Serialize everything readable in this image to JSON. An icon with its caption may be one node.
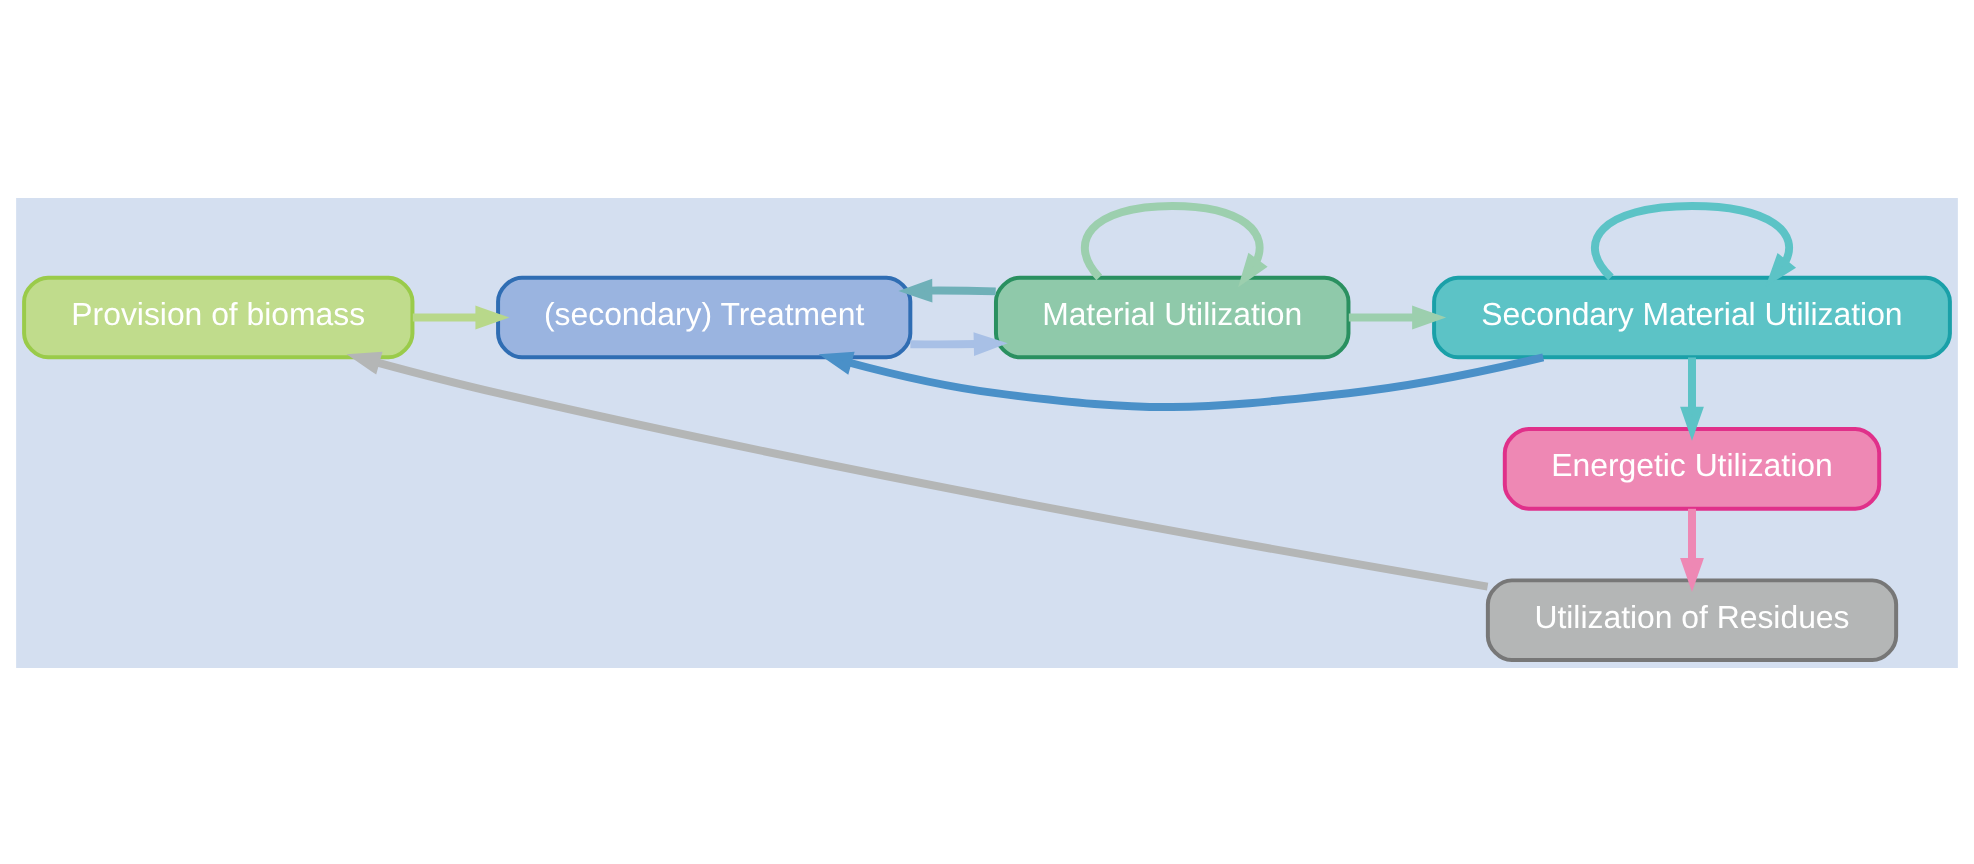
{
  "diagram": {
    "nodes": [
      {
        "text": [
          "Provision of biomass"
        ]
      },
      {
        "text": [
          "(secondary) Treatment"
        ]
      },
      {
        "text": [
          "Material Utilization"
        ]
      },
      {
        "text": [
          "Secondary Material Utilization"
        ]
      },
      {
        "text": [
          "Energetic Utilization"
        ]
      },
      {
        "text": [
          "Utilization of Residues"
        ]
      }
    ],
    "edges": [
      {
        "from": 0,
        "to": 1,
        "arrow": "to",
        "color": "#b8d88a"
      },
      {
        "from": 1,
        "to": 2,
        "arrow": "to",
        "color": "#a8c0e6"
      },
      {
        "from": 2,
        "to": 3,
        "arrow": "to",
        "color": "#9ccfae"
      },
      {
        "from": 2,
        "to": 2,
        "arrow": "to",
        "color": "#9ccfae"
      },
      {
        "from": 2,
        "to": 1,
        "arrow": "to",
        "color": "#6fb0b8"
      },
      {
        "from": 3,
        "to": 3,
        "arrow": "to",
        "color": "#5cc3c6"
      },
      {
        "from": 3,
        "to": 1,
        "arrow": "to",
        "color": "#4a90c8"
      },
      {
        "from": 3,
        "to": 4,
        "arrow": "to",
        "color": "#5cc3c6"
      },
      {
        "from": 4,
        "to": 5,
        "arrow": "to",
        "color": "#ee88b4"
      },
      {
        "from": 5,
        "to": 0,
        "arrow": "to",
        "color": "#b4b6b6"
      }
    ]
  }
}
